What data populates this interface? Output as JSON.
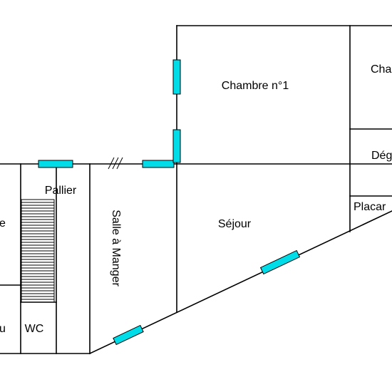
{
  "rooms": {
    "chambre1": "Chambre n°1",
    "chambre_cut": "Cha",
    "degagement_cut": "Dég",
    "placard_cut": "Placar",
    "pallier": "Pallier",
    "salle_a_manger": "Salle à Manger",
    "sejour": "Séjour",
    "wc": "WC",
    "left_upper_cut": "e",
    "left_lower_cut": "u"
  },
  "colors": {
    "wall": "#000000",
    "window": "#00dde8",
    "background": "#ffffff"
  },
  "icons": {
    "window": "window-icon",
    "stairs": "staircase-icon",
    "door": "door-hatch-icon"
  }
}
